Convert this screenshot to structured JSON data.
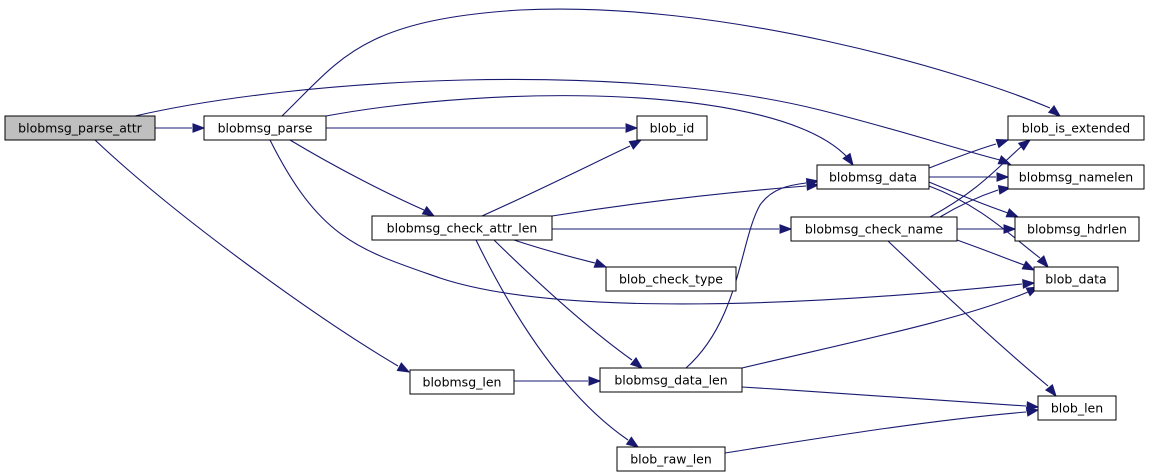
{
  "graph": {
    "nodes": [
      {
        "id": "blobmsg_parse_attr",
        "label": "blobmsg_parse_attr",
        "root": true
      },
      {
        "id": "blobmsg_parse",
        "label": "blobmsg_parse"
      },
      {
        "id": "blob_id",
        "label": "blob_id"
      },
      {
        "id": "blobmsg_check_attr_len",
        "label": "blobmsg_check_attr_len"
      },
      {
        "id": "blob_check_type",
        "label": "blob_check_type"
      },
      {
        "id": "blobmsg_len",
        "label": "blobmsg_len"
      },
      {
        "id": "blobmsg_data_len",
        "label": "blobmsg_data_len"
      },
      {
        "id": "blob_raw_len",
        "label": "blob_raw_len"
      },
      {
        "id": "blobmsg_data",
        "label": "blobmsg_data"
      },
      {
        "id": "blobmsg_check_name",
        "label": "blobmsg_check_name"
      },
      {
        "id": "blob_is_extended",
        "label": "blob_is_extended"
      },
      {
        "id": "blobmsg_namelen",
        "label": "blobmsg_namelen"
      },
      {
        "id": "blobmsg_hdrlen",
        "label": "blobmsg_hdrlen"
      },
      {
        "id": "blob_data",
        "label": "blob_data"
      },
      {
        "id": "blob_len",
        "label": "blob_len"
      }
    ],
    "edges": [
      {
        "from": "blobmsg_parse_attr",
        "to": "blobmsg_parse"
      },
      {
        "from": "blobmsg_parse_attr",
        "to": "blobmsg_namelen"
      },
      {
        "from": "blobmsg_parse_attr",
        "to": "blobmsg_len"
      },
      {
        "from": "blobmsg_parse",
        "to": "blob_is_extended"
      },
      {
        "from": "blobmsg_parse",
        "to": "blobmsg_data"
      },
      {
        "from": "blobmsg_parse",
        "to": "blob_id"
      },
      {
        "from": "blobmsg_parse",
        "to": "blobmsg_check_attr_len"
      },
      {
        "from": "blobmsg_parse",
        "to": "blob_data"
      },
      {
        "from": "blobmsg_check_attr_len",
        "to": "blob_id"
      },
      {
        "from": "blobmsg_check_attr_len",
        "to": "blobmsg_data"
      },
      {
        "from": "blobmsg_check_attr_len",
        "to": "blobmsg_check_name"
      },
      {
        "from": "blobmsg_check_attr_len",
        "to": "blob_check_type"
      },
      {
        "from": "blobmsg_check_attr_len",
        "to": "blobmsg_data_len"
      },
      {
        "from": "blobmsg_check_attr_len",
        "to": "blob_raw_len"
      },
      {
        "from": "blobmsg_len",
        "to": "blobmsg_data_len"
      },
      {
        "from": "blobmsg_data_len",
        "to": "blobmsg_data"
      },
      {
        "from": "blobmsg_data_len",
        "to": "blob_data"
      },
      {
        "from": "blobmsg_data_len",
        "to": "blob_len"
      },
      {
        "from": "blob_raw_len",
        "to": "blob_len"
      },
      {
        "from": "blobmsg_data",
        "to": "blob_is_extended"
      },
      {
        "from": "blobmsg_data",
        "to": "blobmsg_namelen"
      },
      {
        "from": "blobmsg_data",
        "to": "blobmsg_hdrlen"
      },
      {
        "from": "blobmsg_data",
        "to": "blob_data"
      },
      {
        "from": "blobmsg_check_name",
        "to": "blob_is_extended"
      },
      {
        "from": "blobmsg_check_name",
        "to": "blobmsg_namelen"
      },
      {
        "from": "blobmsg_check_name",
        "to": "blobmsg_hdrlen"
      },
      {
        "from": "blobmsg_check_name",
        "to": "blob_data"
      },
      {
        "from": "blobmsg_check_name",
        "to": "blob_len"
      }
    ]
  }
}
